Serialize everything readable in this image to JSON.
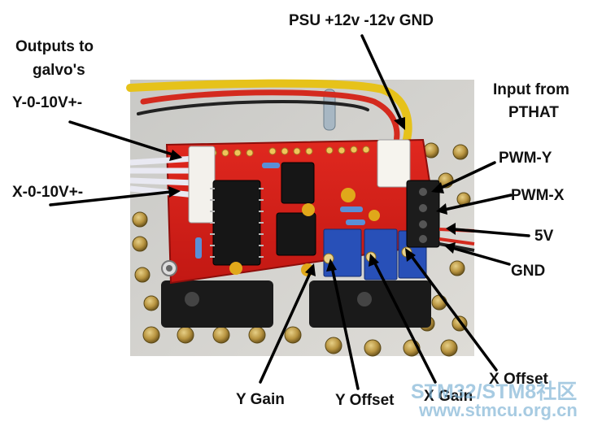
{
  "labels": {
    "psu": "PSU +12v -12v GND",
    "outputs_line1": "Outputs to",
    "outputs_line2": "galvo's",
    "y_out": "Y-0-10V+-",
    "x_out": "X-0-10V+-",
    "input_line1": "Input from",
    "input_line2": "PTHAT",
    "pwm_y": "PWM-Y",
    "pwm_x": "PWM-X",
    "v5": "5V",
    "gnd": "GND",
    "y_gain": "Y Gain",
    "y_offset": "Y Offset",
    "x_gain": "X Gain",
    "x_offset": "X Offset"
  },
  "watermark": {
    "line1": "STM32/STM8社区",
    "line2": "www.stmcu.org.cn"
  },
  "colors": {
    "pcb_red": "#d8201c",
    "trimmer_blue": "#2850b8",
    "chip_black": "#161616",
    "wire_red": "#d42a1e",
    "wire_yellow": "#e6c21a",
    "standoff_brass": "#b89440"
  }
}
